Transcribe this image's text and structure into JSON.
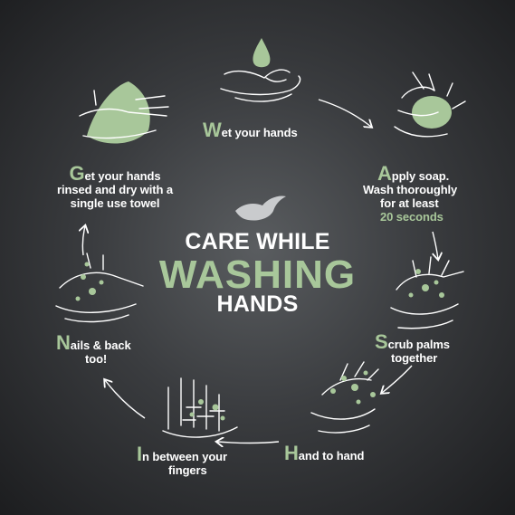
{
  "center": {
    "line1": "CARE WHILE",
    "line2": "WASHING",
    "line3": "HANDS"
  },
  "logo": {
    "icon": "dove-icon"
  },
  "steps": {
    "wet": {
      "cap": "W",
      "text": "et your hands"
    },
    "apply": {
      "cap": "A",
      "line1": "pply soap.",
      "line2": "Wash thoroughly",
      "line3": "for at least",
      "highlight": "20 seconds"
    },
    "scrub": {
      "cap": "S",
      "line1": "crub palms",
      "line2": "together"
    },
    "hand_to_hand": {
      "cap": "H",
      "text": "and to hand"
    },
    "in_between": {
      "cap": "I",
      "line1": "n between your",
      "line2": "fingers"
    },
    "nails": {
      "cap": "N",
      "line1": "ails & back",
      "line2": "too!"
    },
    "get_rinsed": {
      "cap": "G",
      "line1": "et your hands",
      "line2": "rinsed and dry with a",
      "line3": "single use towel"
    }
  },
  "colors": {
    "accent": "#a8c79a",
    "text": "#ffffff",
    "background_center": "#5a5d60",
    "background_edge": "#1c1d1f"
  }
}
